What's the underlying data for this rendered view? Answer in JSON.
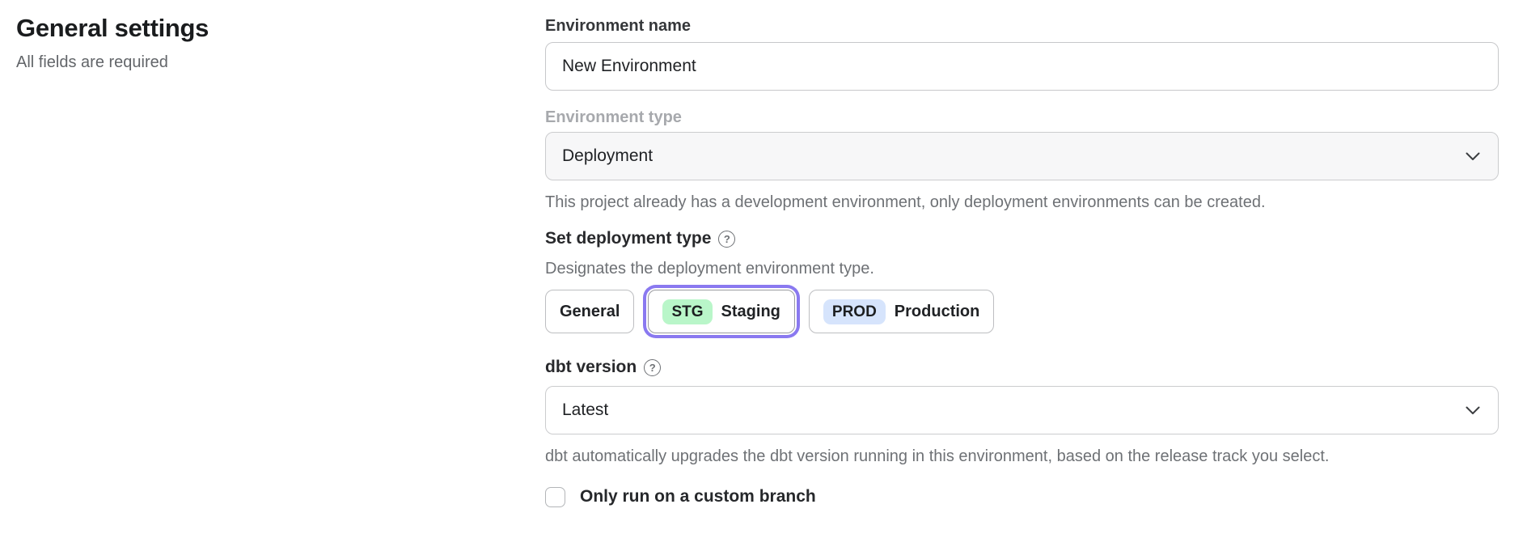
{
  "page": {
    "title": "General settings",
    "subtitle": "All fields are required"
  },
  "icons": {
    "help": "?"
  },
  "form": {
    "environment_name": {
      "label": "Environment name",
      "value": "New Environment"
    },
    "environment_type": {
      "label": "Environment type",
      "value": "Deployment",
      "disabled": true,
      "helper": "This project already has a development environment, only deployment environments can be created."
    },
    "deployment_type": {
      "label": "Set deployment type",
      "helper": "Designates the deployment environment type.",
      "options": [
        {
          "label": "General",
          "badge": "",
          "selected": false
        },
        {
          "label": "Staging",
          "badge": "STG",
          "selected": true
        },
        {
          "label": "Production",
          "badge": "PROD",
          "selected": false
        }
      ]
    },
    "dbt_version": {
      "label": "dbt version",
      "value": "Latest",
      "helper": "dbt automatically upgrades the dbt version running in this environment, based on the release track you select."
    },
    "custom_branch": {
      "label": "Only run on a custom branch",
      "checked": false
    }
  },
  "colors": {
    "accent_purple": "#8a79f0",
    "badge_green_bg": "#b9f6c9",
    "badge_blue_bg": "#d6e4fc",
    "disabled_field_bg": "#f7f7f8",
    "helper_text": "#6e7175",
    "border_gray": "#c7c8ca"
  }
}
